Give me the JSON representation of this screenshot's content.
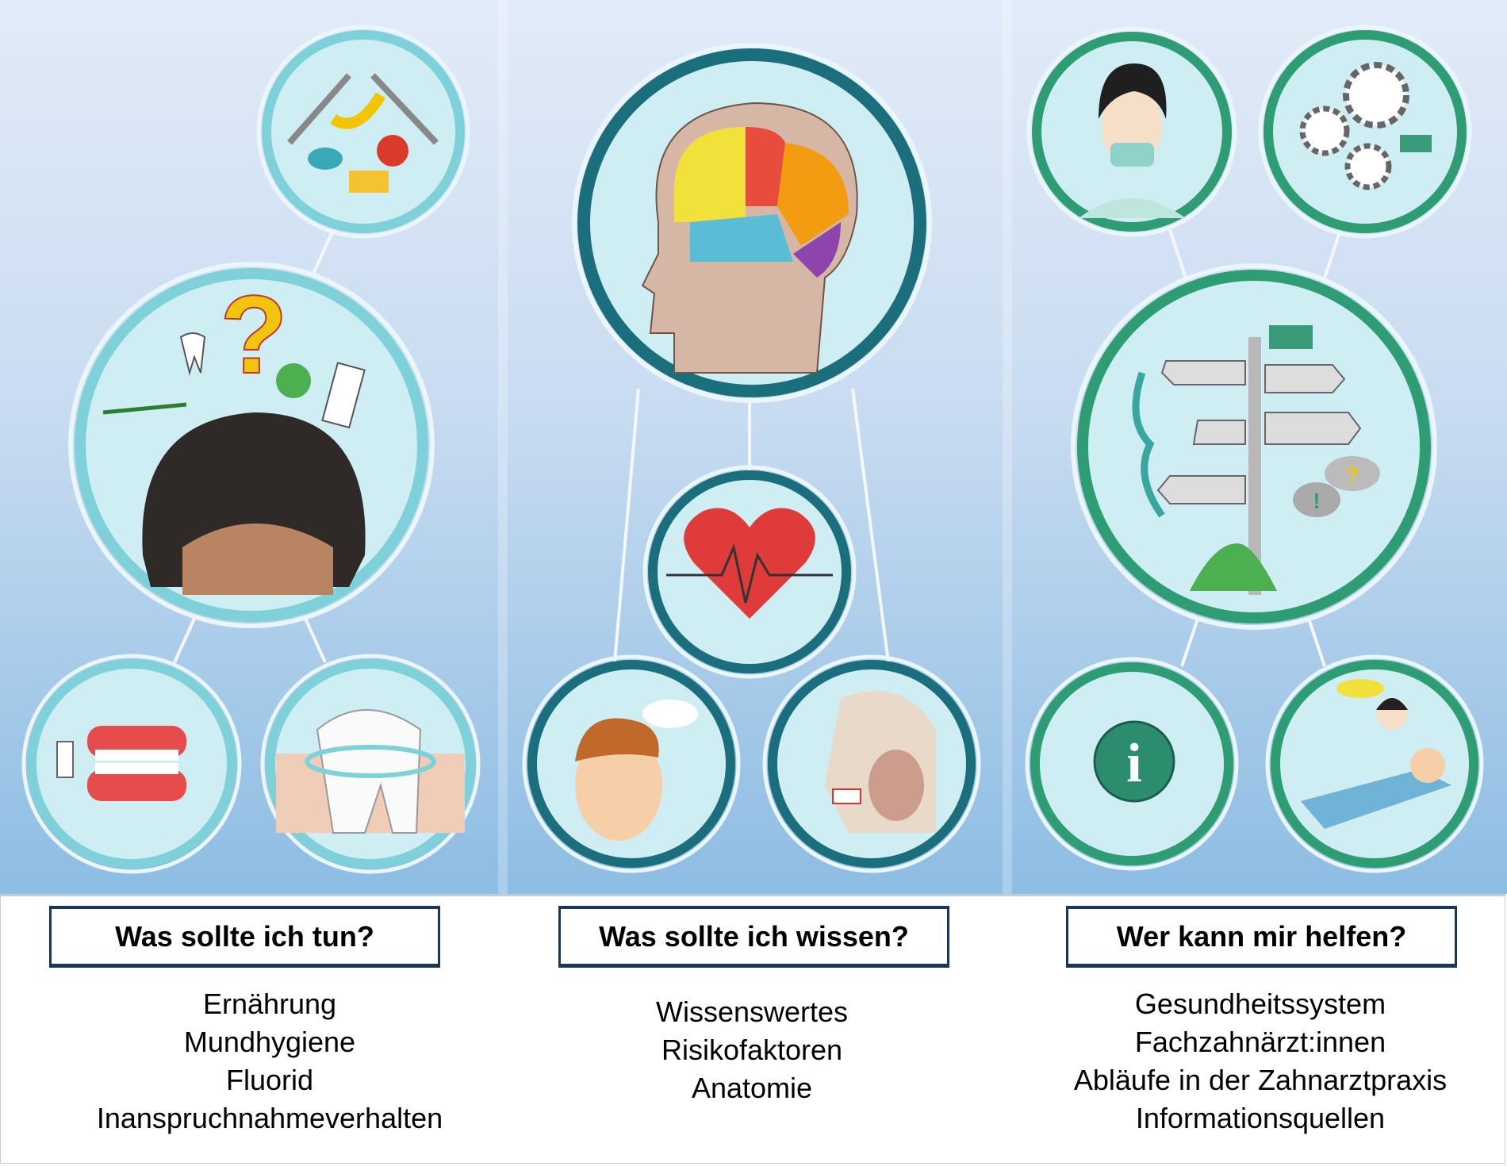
{
  "colors": {
    "left_ring": "#7fd1d9",
    "middle_ring": "#1b6e7b",
    "right_ring": "#2f9d74",
    "sky_top": "#dde8f6",
    "sky_bottom": "#8fbfe4"
  },
  "columns": [
    {
      "heading": "Was sollte ich tun?",
      "items": [
        "Ernährung",
        "Mundhygiene",
        "Fluorid",
        "Inanspruchnahmeverhalten"
      ],
      "icons": [
        "food-icon",
        "confused-person-icon",
        "dentures-icon",
        "tooth-gum-icon"
      ]
    },
    {
      "heading": "Was sollte ich wissen?",
      "items": [
        "Wissenswertes",
        "Risikofaktoren",
        "Anatomie"
      ],
      "icons": [
        "brain-head-icon",
        "heart-pulse-icon",
        "thinking-boy-icon",
        "skull-anatomy-icon"
      ]
    },
    {
      "heading": "Wer kann mir helfen?",
      "items": [
        "Gesundheitssystem",
        "Fachzahnärzt:innen",
        "Abläufe in der Zahnarztpraxis",
        "Informationsquellen"
      ],
      "icons": [
        "dentist-icon",
        "gears-icon",
        "signpost-icon",
        "info-icon",
        "treatment-icon"
      ]
    }
  ],
  "glyphs": {
    "question": "?",
    "info": "i",
    "exclaim": "!"
  }
}
